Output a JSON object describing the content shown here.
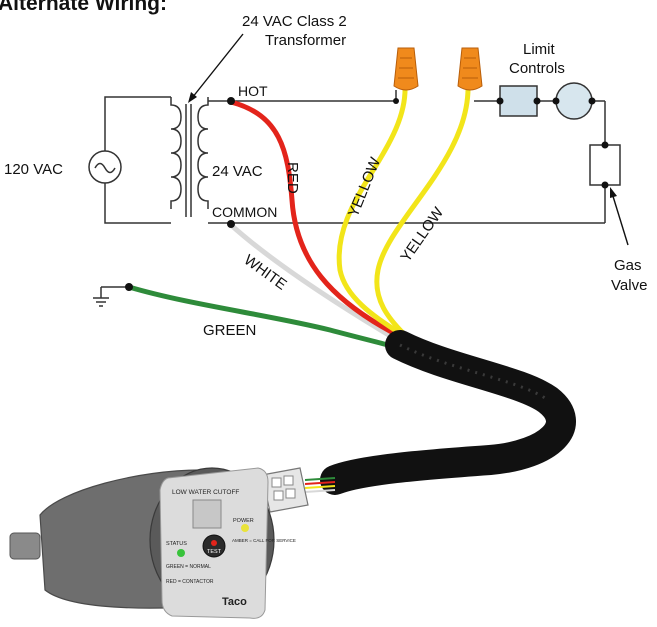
{
  "heading": "Alternate Wiring:",
  "transformer": {
    "title_line1": "24 VAC Class 2",
    "title_line2": "Transformer",
    "primary_label": "120 VAC",
    "secondary_label": "24 VAC",
    "hot_label": "HOT",
    "common_label": "COMMON"
  },
  "limit_controls": {
    "line1": "Limit",
    "line2": "Controls"
  },
  "gas_valve": {
    "line1": "Gas",
    "line2": "Valve"
  },
  "wires": {
    "red": "RED",
    "yellow_left": "YELLOW",
    "yellow_right": "YELLOW",
    "white": "WHITE",
    "green": "GREEN"
  },
  "colors": {
    "red_wire": "#e3241b",
    "yellow_wire": "#f2e51a",
    "white_wire": "#d8d8d8",
    "green_wire": "#2e8b3a",
    "wire_nut": "#f08a1c",
    "cable": "#111111",
    "device_body": "#6e6e6e",
    "face_plate": "#dcdcdc"
  },
  "device": {
    "face_title": "LOW WATER CUTOFF",
    "status_label": "STATUS",
    "status_led_text": "GREEN = NORMAL",
    "fault_led_text": "RED = CONTACTOR",
    "test_button": "TEST",
    "power_label": "POWER",
    "power_text": "AMBER = CALL FOR SERVICE",
    "brand": "Taco"
  }
}
